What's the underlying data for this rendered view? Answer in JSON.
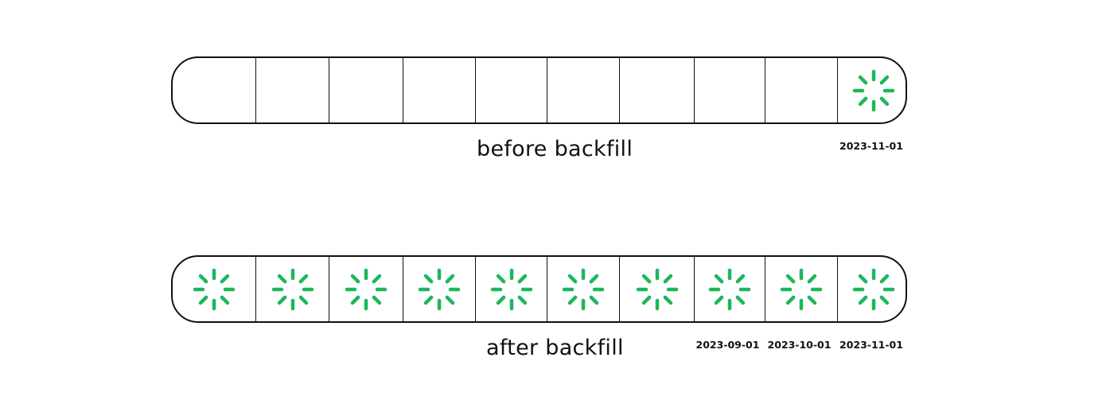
{
  "colors": {
    "spinner": "#1db75a",
    "outline": "#111111"
  },
  "diagram": {
    "before": {
      "caption": "before backfill",
      "cells": 10,
      "loading": [
        false,
        false,
        false,
        false,
        false,
        false,
        false,
        false,
        false,
        true
      ],
      "dates": [
        null,
        null,
        null,
        null,
        null,
        null,
        null,
        null,
        null,
        "2023-11-01"
      ]
    },
    "after": {
      "caption": "after backfill",
      "cells": 10,
      "loading": [
        true,
        true,
        true,
        true,
        true,
        true,
        true,
        true,
        true,
        true
      ],
      "dates": [
        null,
        null,
        null,
        null,
        null,
        null,
        null,
        "2023-09-01",
        "2023-10-01",
        "2023-11-01"
      ]
    }
  }
}
